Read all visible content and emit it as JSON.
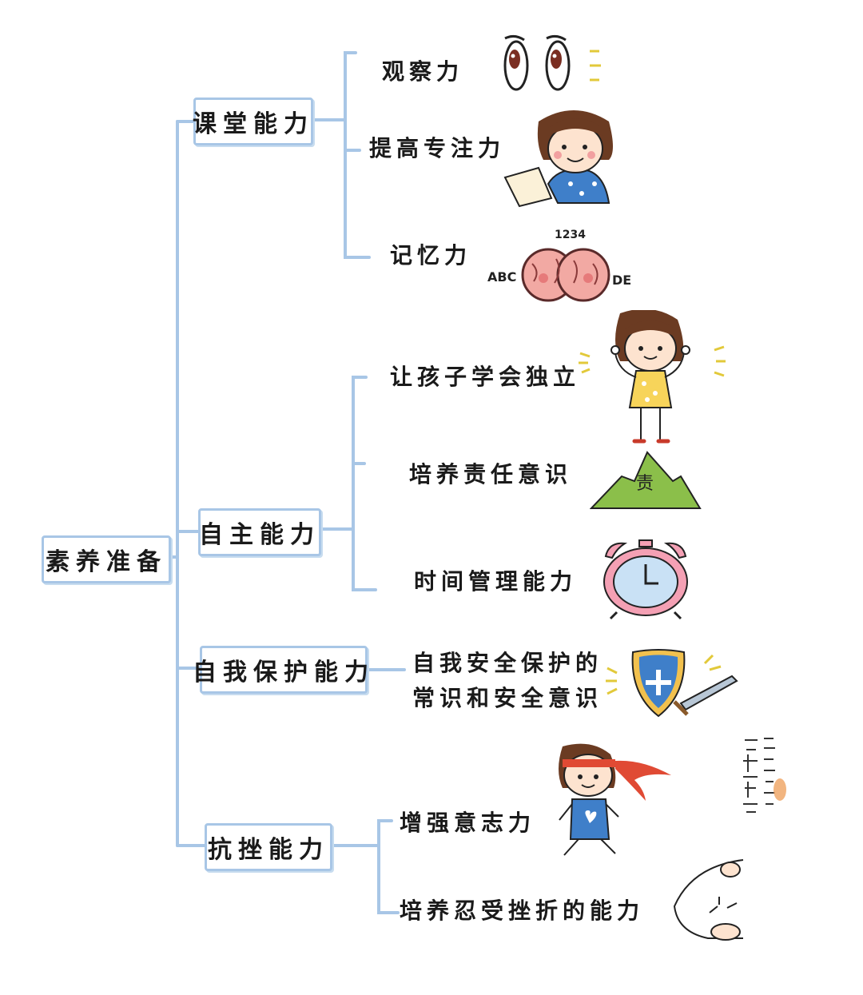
{
  "root": {
    "label": "素养准备"
  },
  "branches": [
    {
      "label": "课堂能力",
      "children": [
        "观察力",
        "提高专注力",
        "记忆力"
      ]
    },
    {
      "label": "自主能力",
      "children": [
        "让孩子学会独立",
        "培养责任意识",
        "时间管理能力"
      ]
    },
    {
      "label": "自我保护能力",
      "children_lines": [
        "自我安全保护的",
        "常识和安全意识"
      ]
    },
    {
      "label": "抗挫能力",
      "children": [
        "增强意志力",
        "培养忍受挫折的能力"
      ]
    }
  ],
  "illustrations": {
    "memory_numbers": "1234",
    "memory_left": "ABC",
    "memory_right": "DE",
    "mountain_char": "责"
  },
  "colors": {
    "line": "#a8c6e6",
    "box_border": "#a8c6e6",
    "skin": "#fde3cf",
    "hair": "#6b3b22"
  }
}
